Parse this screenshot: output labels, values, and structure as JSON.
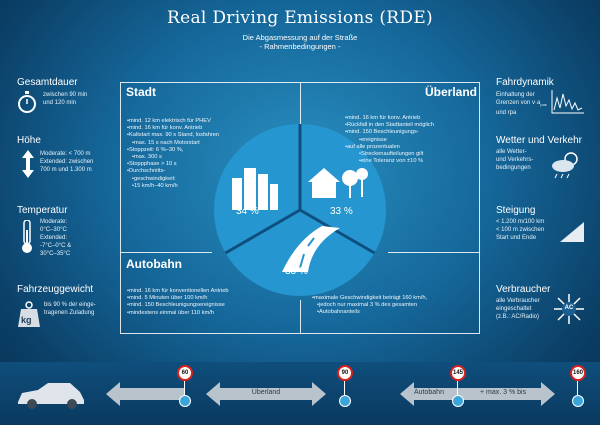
{
  "title": "Real Driving Emissions (RDE)",
  "subtitle_line1": "Die Abgasmessung auf der Straße",
  "subtitle_line2": "- Rahmenbedingungen -",
  "left": {
    "gesamtdauer": {
      "head": "Gesamtdauer",
      "text1": "zwischen 90 min",
      "text2": "und 120 min"
    },
    "hoehe": {
      "head": "Höhe",
      "text1": "Moderate: < 700 m",
      "text2": "Extended: zwischen",
      "text3": "700 m und 1.300 m"
    },
    "temperatur": {
      "head": "Temperatur",
      "text1": "Moderate:",
      "text2": "0°C–30°C",
      "text3": "Extended:",
      "text4": "-7°C–0°C &",
      "text5": "30°C–35°C"
    },
    "fahrzeuggewicht": {
      "head": "Fahrzeuggewicht",
      "text1": "bis 90 % der einge-",
      "text2": "tragenen Zuladung",
      "badge": "kg"
    }
  },
  "right": {
    "fahrdynamik": {
      "head": "Fahrdynamik",
      "text1": "Einhaltung der",
      "text2": "Grenzen von v·a",
      "text2_sub": "pos",
      "text3": "und rpa"
    },
    "wetter": {
      "head": "Wetter und Verkehr",
      "text1": "alle Wetter-",
      "text2": "und Verkehrs-",
      "text3": "bedingungen"
    },
    "steigung": {
      "head": "Steigung",
      "text1": "< 1.200 m/100 km",
      "text2": "< 100 m zwischen",
      "text3": "Start und Ende"
    },
    "verbraucher": {
      "head": "Verbraucher",
      "text1": "alle Verbraucher",
      "text2": "eingeschaltet",
      "text3": "(z.B.: AC/Radio)",
      "ac": "AC"
    }
  },
  "stadt": {
    "title": "Stadt",
    "pct": "34 %",
    "items": [
      "mind. 12 km elektrisch für PHEV",
      "mind. 16 km für konv. Antrieb",
      "Kaltstart max. 90 s Stand, losfahren",
      "max. 15 s nach Motorstart",
      "Stoppzeit: 6 %–30 %,",
      "max. 300 s",
      "Stoppphase > 10 s",
      "Durchschnitts-",
      "geschwindigkeit:",
      "15 km/h–40 km/h"
    ]
  },
  "ueberland": {
    "title": "Überland",
    "pct": "33 %",
    "items": [
      "mind. 16 km für konv. Antrieb",
      "Rückfall in den Stadtanteil möglich",
      "mind. 150 Beschleunigungs-",
      "ereignisse",
      "auf alle prozentualen",
      "Streckenaufteilungen gilt",
      "eine Toleranz von ±10 %"
    ]
  },
  "autobahn": {
    "title": "Autobahn",
    "pct": "33 %",
    "items_left": [
      "mind. 16 km für konventionellen Antrieb",
      "mind. 5 Minuten über 100 km/h",
      "mind. 150 Beschleunigungsereignisse",
      "mindestens einmal über 110 km/h"
    ],
    "items_right": [
      "maximale Geschwindigkeit beträgt 160 km/h,",
      "jedoch nur maximal 3 % des gesamten",
      "Autobahnanteils"
    ]
  },
  "bottom": {
    "arrow1": "Überland",
    "arrow2": "Autobahn",
    "arrow3": "+ max. 3 % bis",
    "speeds": [
      "60",
      "90",
      "145",
      "160"
    ]
  }
}
